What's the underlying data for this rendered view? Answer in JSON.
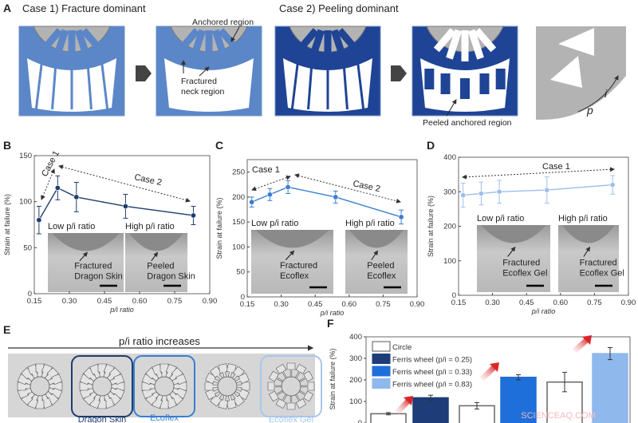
{
  "panel_labels": {
    "a": "A",
    "b": "B",
    "c": "C",
    "d": "D",
    "e": "E",
    "f": "F"
  },
  "panel_a": {
    "case1_title": "Case 1) Fracture dominant",
    "case2_title": "Case 2) Peeling dominant",
    "anchored_region": "Anchored region",
    "fractured_neck_line1": "Fractured",
    "fractured_neck_line2": "neck region",
    "peeled_anchored_region": "Peeled anchored region",
    "label_i": "i",
    "label_p": "p",
    "colors": {
      "case1_blue": "#5b87c8",
      "case2_blue": "#1f4496",
      "gray": "#b3b3b3"
    }
  },
  "panel_e": {
    "arrow_label": "p/i ratio increases",
    "materials": [
      "Dragon Skin",
      "Ecoflex",
      "Ecoflex Gel"
    ],
    "colors": {
      "dragon_skin": "#1f3d6e",
      "ecoflex": "#3a7fd0",
      "ecoflex_gel": "#a9c6ea"
    }
  },
  "watermark": "SCIENCEAQ.COM",
  "chart_data": [
    {
      "id": "B",
      "type": "line",
      "xlabel": "p/i ratio",
      "ylabel": "Strain at failure (%)",
      "xlim": [
        0.15,
        0.9
      ],
      "ylim": [
        0,
        150
      ],
      "xticks": [
        "0.15",
        "0.30",
        "0.45",
        "0.60",
        "0.75",
        "0.90"
      ],
      "yticks": [
        "0",
        "50",
        "100",
        "150"
      ],
      "x": [
        0.17,
        0.25,
        0.33,
        0.54,
        0.83
      ],
      "y": [
        80,
        115,
        105,
        95,
        85
      ],
      "err": [
        15,
        13,
        16,
        13,
        10
      ],
      "color": "#1f3d6e",
      "annotations": [
        "Case 1",
        "Case 2"
      ],
      "insets": {
        "low": "Low p/i ratio",
        "high": "High p/i ratio",
        "low_caption_1": "Fractured",
        "low_caption_2": "Dragon Skin",
        "high_caption_1": "Peeled",
        "high_caption_2": "Dragon Skin"
      }
    },
    {
      "id": "C",
      "type": "line",
      "xlabel": "p/i ratio",
      "ylabel": "Strain at failure (%)",
      "xlim": [
        0.15,
        0.9
      ],
      "ylim": [
        0,
        275
      ],
      "xticks": [
        "0.15",
        "0.30",
        "0.45",
        "0.60",
        "0.75",
        "0.90"
      ],
      "yticks": [
        "0",
        "50",
        "100",
        "150",
        "200",
        "250"
      ],
      "x": [
        0.17,
        0.25,
        0.33,
        0.54,
        0.83
      ],
      "y": [
        190,
        205,
        220,
        200,
        160
      ],
      "err": [
        10,
        12,
        13,
        12,
        14
      ],
      "color": "#3a7fd0",
      "annotations": [
        "Case 1",
        "Case 2"
      ],
      "insets": {
        "low": "Low p/i ratio",
        "high": "High p/i ratio",
        "low_caption_1": "Fractured",
        "low_caption_2": "Ecoflex",
        "high_caption_1": "Peeled",
        "high_caption_2": "Ecoflex"
      }
    },
    {
      "id": "D",
      "type": "line",
      "xlabel": "p/i ratio",
      "ylabel": "Strain at failure (%)",
      "xlim": [
        0.15,
        0.9
      ],
      "ylim": [
        0,
        400
      ],
      "xticks": [
        "0.15",
        "0.30",
        "0.45",
        "0.60",
        "0.75",
        "0.90"
      ],
      "yticks": [
        "0",
        "100",
        "200",
        "300",
        "400"
      ],
      "x": [
        0.17,
        0.25,
        0.33,
        0.54,
        0.83
      ],
      "y": [
        290,
        295,
        300,
        305,
        320
      ],
      "err": [
        35,
        33,
        33,
        38,
        27
      ],
      "color": "#9dc0ea",
      "annotations": [
        "Case 1"
      ],
      "insets": {
        "low": "Low p/i ratio",
        "high": "High p/i ratio",
        "low_caption_1": "Fractured",
        "low_caption_2": "Ecoflex Gel",
        "high_caption_1": "Fractured",
        "high_caption_2": "Ecoflex Gel"
      }
    },
    {
      "id": "F",
      "type": "bar",
      "ylabel": "Strain at failure (%)",
      "ylim": [
        0,
        400
      ],
      "yticks": [
        "0",
        "100",
        "200",
        "300",
        "400"
      ],
      "legend": [
        "Circle",
        "Ferris wheel (p/i = 0.25)",
        "Ferris wheel (p/i = 0.33)",
        "Ferris wheel (p/i = 0.83)"
      ],
      "legend_colors": [
        "#ffffff",
        "#1d3c78",
        "#1e6fd9",
        "#8fb8ec"
      ],
      "legend_placement": "top-left",
      "bars": [
        {
          "series": "Circle",
          "value": 43,
          "err": 5
        },
        {
          "series": "Ferris wheel (p/i = 0.25)",
          "value": 117,
          "err": 12
        },
        {
          "series": "Circle",
          "value": 80,
          "err": 15
        },
        {
          "series": "Ferris wheel (p/i = 0.33)",
          "value": 212,
          "err": 12
        },
        {
          "series": "Circle",
          "value": 190,
          "err": 45
        },
        {
          "series": "Ferris wheel (p/i = 0.83)",
          "value": 322,
          "err": 28
        }
      ]
    }
  ]
}
